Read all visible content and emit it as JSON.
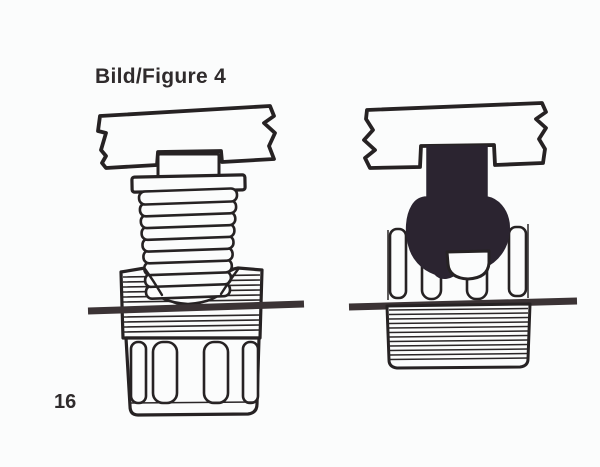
{
  "document": {
    "figure_label": "Bild/Figure 4",
    "page_number": "16",
    "colors": {
      "background": "#fbfcfc",
      "ink": "#262223",
      "silhouette": "#2b2430",
      "panel_bar": "#3b3335"
    },
    "figures": {
      "left": "bolt-thread-engaged-connector-drawing",
      "right": "bolt-seated-silhouette-connector-drawing"
    }
  }
}
